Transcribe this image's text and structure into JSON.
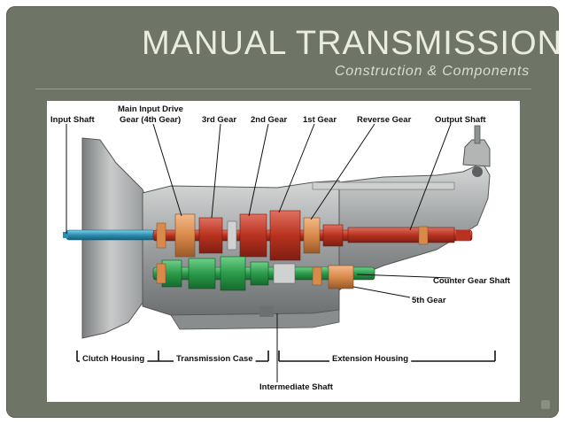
{
  "slide": {
    "title": "MANUAL TRANSMISSION",
    "subtitle": "Construction & Components"
  },
  "diagram": {
    "labels": {
      "input_shaft": "Input Shaft",
      "main_input_drive_line1": "Main Input Drive",
      "main_input_drive_line2": "Gear (4th Gear)",
      "third_gear": "3rd Gear",
      "second_gear": "2nd Gear",
      "first_gear": "1st Gear",
      "reverse_gear": "Reverse Gear",
      "output_shaft": "Output Shaft",
      "counter_gear_shaft": "Counter Gear Shaft",
      "fifth_gear": "5th Gear",
      "clutch_housing": "Clutch Housing",
      "transmission_case": "Transmission Case",
      "extension_housing": "Extension Housing",
      "intermediate_shaft": "Intermediate Shaft"
    }
  },
  "colors": {
    "panel_bg": "#6f7566",
    "title_text": "#e9ecdf",
    "main_shaft": "#c0392b",
    "counter_shaft": "#2e9e4f",
    "input_shaft": "#2b8fb3",
    "gears": "#d98a4a",
    "housing": "#a9abab"
  }
}
